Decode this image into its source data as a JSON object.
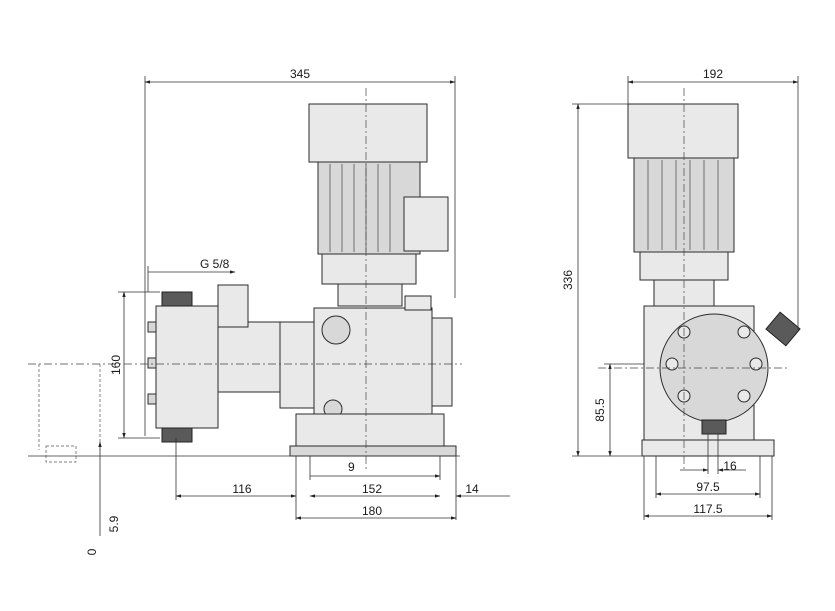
{
  "drawing": {
    "front_view": {
      "overall_width": "345",
      "thread": "G 5/8",
      "height_connection": "160",
      "offset_9": "9",
      "dim_116": "116",
      "dim_152": "152",
      "dim_14": "14",
      "dim_180": "180",
      "dim_5_9": "5.9",
      "dim_0": "0"
    },
    "side_view": {
      "width_top": "192",
      "overall_height": "336",
      "height_85_5": "85.5",
      "dim_16": "16",
      "dim_97_5": "97.5",
      "dim_117_5": "117.5"
    }
  }
}
